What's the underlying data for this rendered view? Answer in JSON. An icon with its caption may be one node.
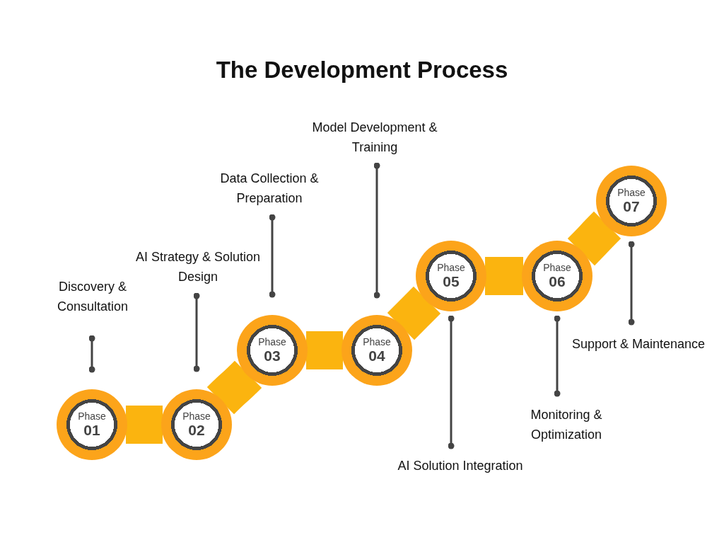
{
  "diagram": {
    "title": "The Development Process",
    "nodes": [
      {
        "text": [
          "Phase",
          "01"
        ]
      },
      {
        "text": [
          "Phase",
          "02"
        ]
      },
      {
        "text": [
          "Phase",
          "03"
        ]
      },
      {
        "text": [
          "Phase",
          "04"
        ]
      },
      {
        "text": [
          "Phase",
          "05"
        ]
      },
      {
        "text": [
          "Phase",
          "06"
        ]
      },
      {
        "text": [
          "Phase",
          "07"
        ]
      },
      {
        "text": [
          "Discovery & Consultation"
        ]
      },
      {
        "text": [
          "AI Strategy & Solution Design"
        ]
      },
      {
        "text": [
          "Data Collection & Preparation"
        ]
      },
      {
        "text": [
          "Model Development & Training"
        ]
      },
      {
        "text": [
          "AI Solution Integration"
        ]
      },
      {
        "text": [
          "Monitoring & Optimization"
        ]
      },
      {
        "text": [
          "Support & Maintenance"
        ]
      }
    ],
    "edges": [
      {
        "from": 7,
        "to": 0,
        "arrow": "other"
      },
      {
        "from": 8,
        "to": 1,
        "arrow": "other"
      },
      {
        "from": 9,
        "to": 2,
        "arrow": "other"
      },
      {
        "from": 10,
        "to": 3,
        "arrow": "other"
      },
      {
        "from": 11,
        "to": 4,
        "arrow": "other"
      },
      {
        "from": 12,
        "to": 5,
        "arrow": "other"
      },
      {
        "from": 13,
        "to": 6,
        "arrow": "other"
      },
      {
        "from": 0,
        "to": 1,
        "arrow": "none",
        "style": "thick",
        "color": "#fbb40f"
      },
      {
        "from": 1,
        "to": 2,
        "arrow": "none",
        "style": "thick",
        "color": "#fbb40f"
      },
      {
        "from": 2,
        "to": 3,
        "arrow": "none",
        "style": "thick",
        "color": "#fbb40f"
      },
      {
        "from": 3,
        "to": 4,
        "arrow": "none",
        "style": "thick",
        "color": "#fbb40f"
      },
      {
        "from": 4,
        "to": 5,
        "arrow": "none",
        "style": "thick",
        "color": "#fbb40f"
      },
      {
        "from": 5,
        "to": 6,
        "arrow": "none",
        "style": "thick",
        "color": "#fbb40f"
      }
    ]
  }
}
